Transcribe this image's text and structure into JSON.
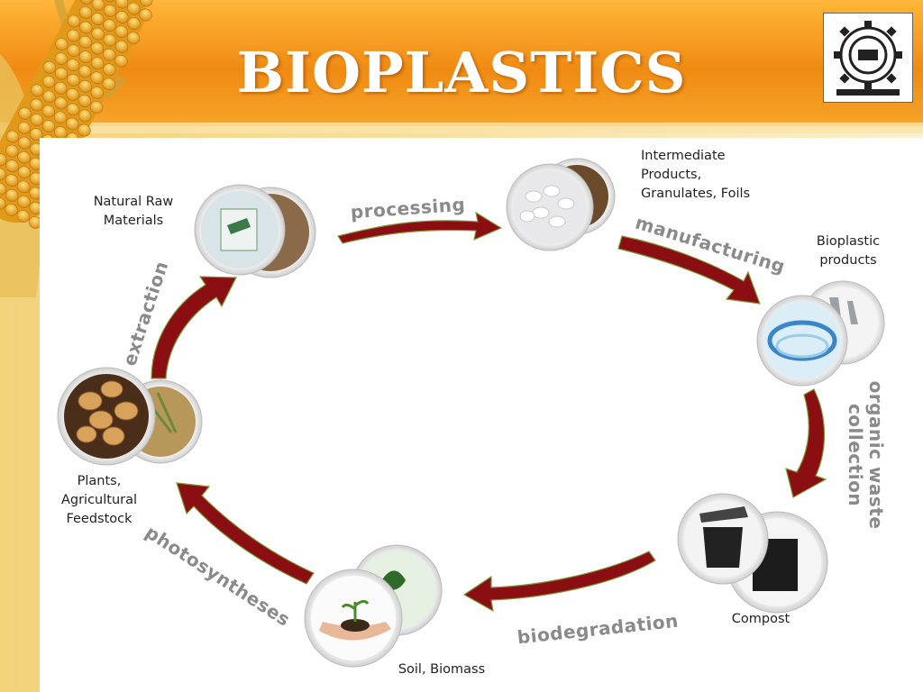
{
  "slide": {
    "title": "BIOPLASTICS"
  },
  "colors": {
    "arrow": "#8b0f12",
    "arrow_shadow": "#7a9a3a",
    "process_text": "#8a8a8a",
    "header_orange": "#f28a1a"
  },
  "cycle": {
    "stages": [
      {
        "name": "natural-raw-materials",
        "lines": [
          "Natural Raw",
          "Materials"
        ]
      },
      {
        "name": "intermediate-products",
        "lines": [
          "Intermediate",
          "Products,",
          "Granulates, Foils"
        ]
      },
      {
        "name": "bioplastic-products",
        "lines": [
          "Bioplastic",
          "products"
        ]
      },
      {
        "name": "compost",
        "lines": [
          "Compost"
        ]
      },
      {
        "name": "soil-biomass",
        "lines": [
          "Soil, Biomass"
        ]
      },
      {
        "name": "plants-feedstock",
        "lines": [
          "Plants,",
          "Agricultural",
          "Feedstock"
        ]
      }
    ],
    "processes": [
      "processing",
      "manufacturing",
      "organic waste",
      "collection",
      "biodegradation",
      "photosyntheses",
      "extraction"
    ]
  }
}
